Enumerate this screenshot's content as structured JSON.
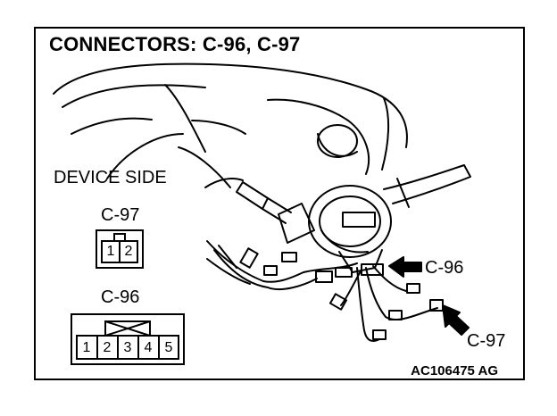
{
  "title": "CONNECTORS: C-96, C-97",
  "device_side_label": "DEVICE SIDE",
  "connectors": {
    "c97": {
      "label": "C-97",
      "pins": [
        "1",
        "2"
      ]
    },
    "c96": {
      "label": "C-96",
      "pins": [
        "1",
        "2",
        "3",
        "4",
        "5"
      ]
    }
  },
  "callouts": {
    "c96": "C-96",
    "c97": "C-97"
  },
  "figure_code": "AC106475 AG"
}
